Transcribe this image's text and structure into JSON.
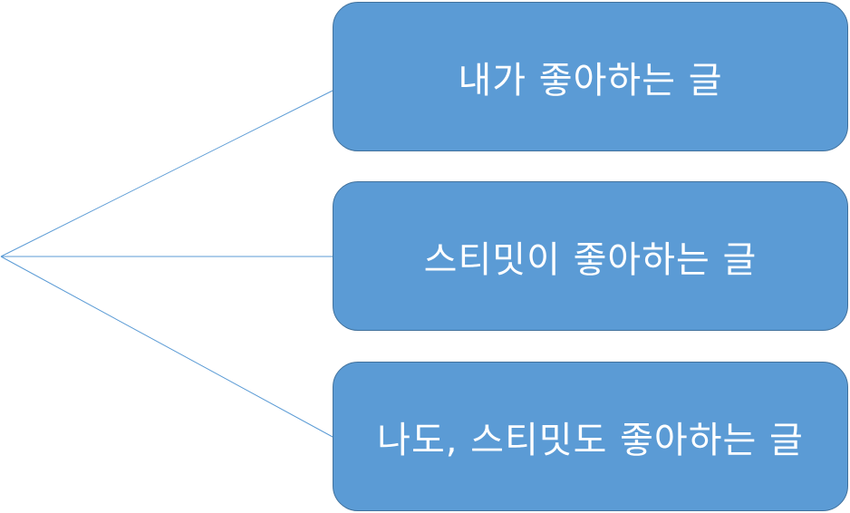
{
  "diagram": {
    "nodes": [
      {
        "label": "내가 좋아하는 글"
      },
      {
        "label": "스티밋이 좋아하는 글"
      },
      {
        "label": "나도, 스티밋도 좋아하는 글"
      }
    ],
    "colors": {
      "box_fill": "#5b9bd5",
      "box_border": "#41719c",
      "box_text": "#ffffff",
      "connector": "#5b9bd5"
    }
  }
}
